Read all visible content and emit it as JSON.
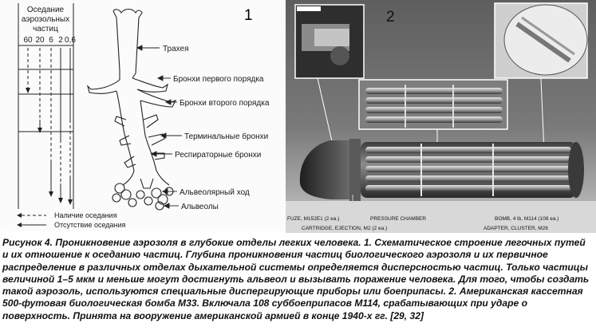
{
  "panel1": {
    "number": "1",
    "legend_header": [
      "Оседание",
      "аэрозольных",
      "частиц"
    ],
    "sizes": [
      "60",
      "20",
      "6",
      "2",
      "0,6"
    ],
    "labels": {
      "trachea": "Трахея",
      "bronchi1": "Бронхи первого порядка",
      "bronchi2": "Бронхи второго порядка",
      "terminal": "Терминальные бронхи",
      "respiratory": "Респираторные бронхи",
      "alveolar_duct": "Альвеолярный ход",
      "alveoli": "Альвеолы"
    },
    "legend": {
      "present": "Наличие оседания",
      "absent": "Отсутствие оседания"
    }
  },
  "panel2": {
    "number": "2",
    "labels": {
      "fuze": "FUZE, M152E1 (2 ea.)",
      "cartridge": "CARTRIDGE, EJECTION, M2 (2 ea.)",
      "pressure": "PRESSURE CHAMBER",
      "bomb": "BOMB, 4 lb, M114 (108 ea.)",
      "adapter": "ADAPTER, CLUSTER, M26"
    }
  },
  "caption": {
    "lead": "Рисунок 4.",
    "text": " Проникновение аэрозоля в глубокие отделы легких человека. 1. Схематическое строение легочных путей и их отношение к оседанию частиц. Глубина проникновения частиц биологического аэрозоля и их первичное распределение в различных отделах дыхательной системы определяется дисперсностью частиц. Только частицы величиной 1–5 мкм и меньше могут достигнуть альвеол и вызывать поражение человека. Для того, чтобы создать такой аэрозоль, используются специальные диспергирующие приборы или боеприпасы. 2. Американская кассетная 500-футовая биологическая бомба М33. Включала 108 суббоеприпасов М114, срабатывающих при ударе о поверхность. Принята на вооружение американской армией в конце 1940-х гг. [29, 32]"
  }
}
